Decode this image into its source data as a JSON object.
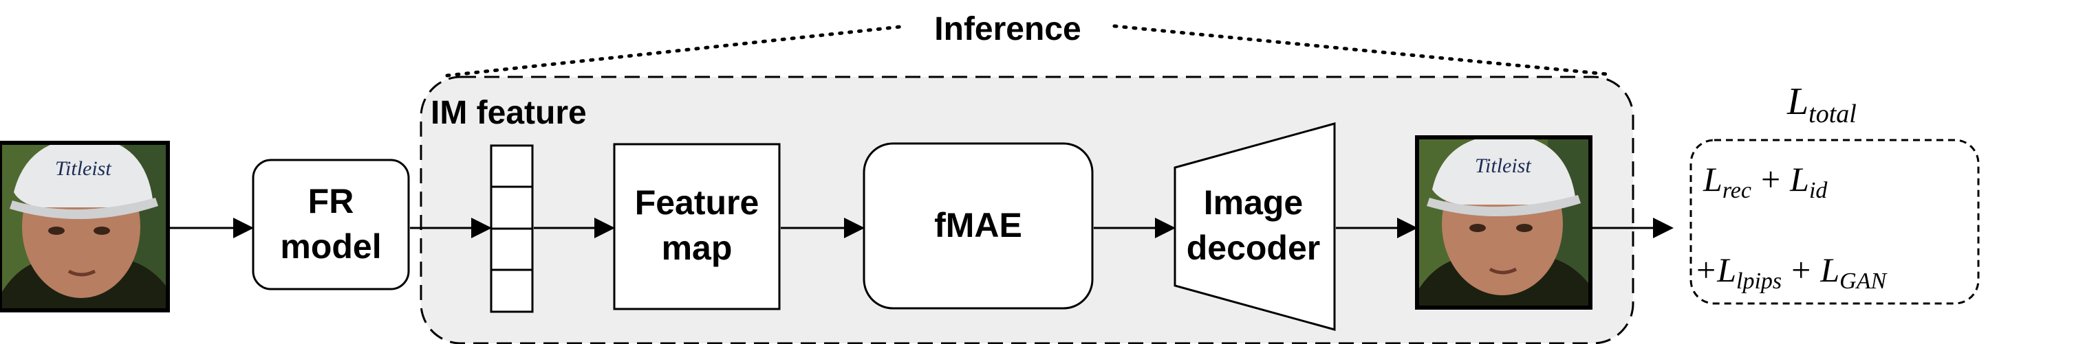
{
  "diagram": {
    "inference_label": "Inference",
    "im_feature_label": "IM feature",
    "fr_model": {
      "line1": "FR",
      "line2": "model"
    },
    "feature_map": {
      "line1": "Feature",
      "line2": "map"
    },
    "fmae_label": "fMAE",
    "image_decoder": {
      "line1": "Image",
      "line2": "decoder"
    },
    "loss": {
      "title_base": "L",
      "title_sub": "total",
      "line1": {
        "l1": "L",
        "s1": "rec",
        "op": "+",
        "l2": "L",
        "s2": "id"
      },
      "line2": {
        "op1": "+",
        "l1": "L",
        "s1": "lpips",
        "op2": "+",
        "l2": "L",
        "s2": "GAN"
      }
    },
    "input_image_alt": "input face image",
    "output_image_alt": "reconstructed face image"
  },
  "colors": {
    "panel_fill": "#eeeeee",
    "stroke": "#000000",
    "box_fill": "#ffffff"
  }
}
